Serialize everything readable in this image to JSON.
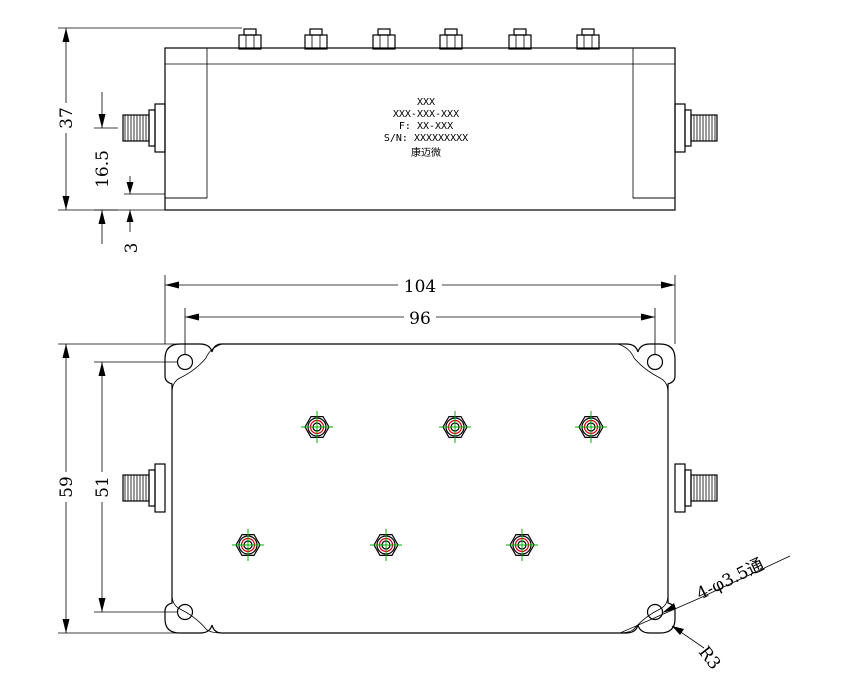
{
  "side_view": {
    "label_lines": [
      "XXX",
      "XXX-XXX-XXX",
      "F: XX-XXX",
      "S/N: XXXXXXXXX",
      "康迈微"
    ]
  },
  "dimensions": {
    "height": "37",
    "connector_height": "16.5",
    "base_offset": "3",
    "overall_length": "104",
    "hole_spacing_x": "96",
    "overall_width": "59",
    "hole_spacing_y": "51",
    "hole_callout": "4-φ3.5通",
    "corner_radius": "R3"
  },
  "colors": {
    "outline": "#000000",
    "centerline": "#00b000",
    "connector_ring": "#d00000"
  }
}
